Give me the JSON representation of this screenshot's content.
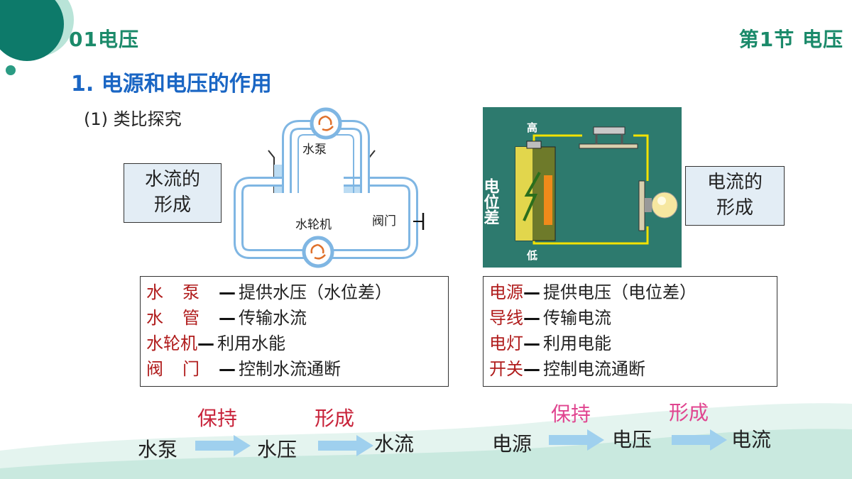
{
  "header": {
    "section": "01电压",
    "chapter": "第1节  电压"
  },
  "heading": "1. 电源和电压的作用",
  "subheading": "(1) 类比探究",
  "water_diagram": {
    "pump": "水泵",
    "turbine": "水轮机",
    "valve": "阀门"
  },
  "circuit_diagram": {
    "high": "高",
    "low": "低",
    "potential_difference": "电位差"
  },
  "labels": {
    "water_box": [
      "水流的",
      "形成"
    ],
    "elec_box": [
      "电流的",
      "形成"
    ]
  },
  "water_list": [
    {
      "term": "水泵",
      "desc": "提供水压（水位差）"
    },
    {
      "term": "水管",
      "desc": "传输水流"
    },
    {
      "term": "水轮机",
      "desc": "利用水能"
    },
    {
      "term": "阀门",
      "desc": "控制水流通断"
    }
  ],
  "elec_list": [
    {
      "term": "电源",
      "desc": "提供电压（电位差）"
    },
    {
      "term": "导线",
      "desc": "传输电流"
    },
    {
      "term": "电灯",
      "desc": "利用电能"
    },
    {
      "term": "开关",
      "desc": "控制电流通断"
    }
  ],
  "water_flow": {
    "start": "水泵",
    "verb1": "保持",
    "middle": "水压",
    "verb2": "形成",
    "end": "水流"
  },
  "elec_flow": {
    "start": "电源",
    "verb1": "保持",
    "middle": "电压",
    "verb2": "形成",
    "end": "电流"
  },
  "colors": {
    "accent_green": "#1b8a6a",
    "heading_blue": "#1a66c4",
    "term_red": "#b01c1c",
    "flow_red": "#c8233a",
    "flow_pink": "#e0448f",
    "arrow_blue": "#9fd0ee"
  }
}
